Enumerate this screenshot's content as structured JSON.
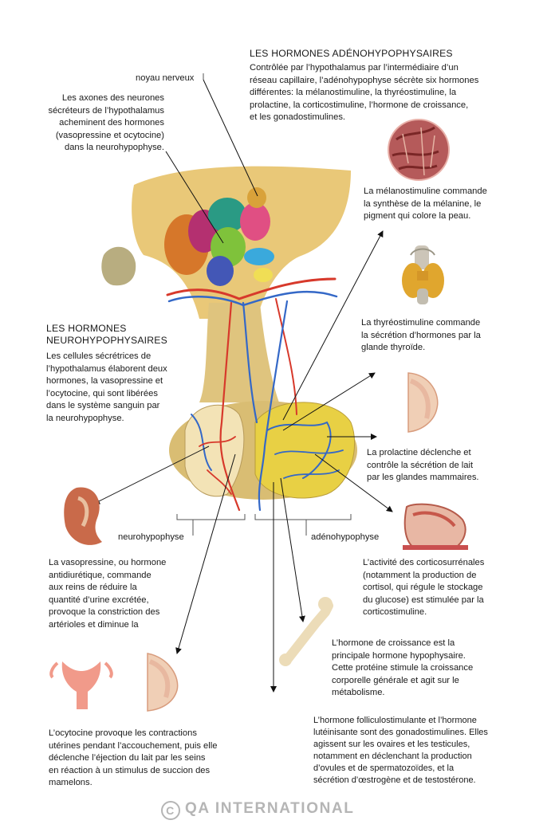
{
  "adeno_head": "LES HORMONES ADÉNOHYPOPHYSAIRES",
  "adeno_text": "Contrôlée par l’hypothalamus par l’intermédiaire d’un\nréseau capillaire, l’adénohypophyse sécrète six hormones\ndifférentes: la mélanostimuline, la thyréostimuline, la\nprolactine, la corticostimuline, l’hormone de croissance,\net les gonadostimulines.",
  "noyau": "noyau nerveux",
  "axones": "Les axones des neurones\nsécréteurs de l’hypothalamus\nacheminent des hormones\n(vasopressine et ocytocine)\ndans la neurohypophyse.",
  "melano": "La mélanostimuline commande\nla synthèse de la mélanine, le\npigment qui colore la peau.",
  "neuro_head": "LES HORMONES\nNEUROHYPOPHYSAIRES",
  "neuro_text": "Les cellules sécrétrices de\nl’hypothalamus élaborent deux\nhormones, la vasopressine et\nl’ocytocine, qui sont libérées\ndans le système sanguin par\nla neurohypophyse.",
  "thyreo": "La thyréostimuline commande\nla sécrétion d’hormones par la\nglande thyroïde.",
  "prolactine": "La prolactine déclenche et\ncontrôle la sécrétion de lait\npar les glandes mammaires.",
  "neurohypophyse": "neurohypophyse",
  "adenohypophyse": "adénohypophyse",
  "vasopressine": "La vasopressine, ou hormone\nantidiurétique, commande\naux reins de réduire la\nquantité d’urine excrétée,\nprovoque la constriction des\nartérioles et diminue la",
  "cortico": "L’activité des corticosurrénales\n(notamment la production de\ncortisol, qui régule le stockage\ndu glucose) est stimulée par la\ncorticostimuline.",
  "croissance": "L’hormone de croissance est la\nprincipale hormone hypophysaire.\nCette protéine stimule la croissance\ncorporelle générale et agit sur le\nmétabolisme.",
  "ocytocine": "L’ocytocine provoque les contractions\nutérines pendant l’accouchement, puis elle\ndéclenche l’éjection du lait par les seins\nen réaction à un stimulus de succion des\nmamelons.",
  "gonado": "L’hormone folliculostimulante et l’hormone\nlutéinisante sont des gonadostimulines. Elles\nagissent sur les ovaires et les testicules,\nnotamment en déclenchant la production\nd’ovules et de spermatozoïdes, et la\nsécrétion d’œstrogène et de testostérone.",
  "watermark": "QA INTERNATIONAL",
  "copyright_symbol": "C"
}
